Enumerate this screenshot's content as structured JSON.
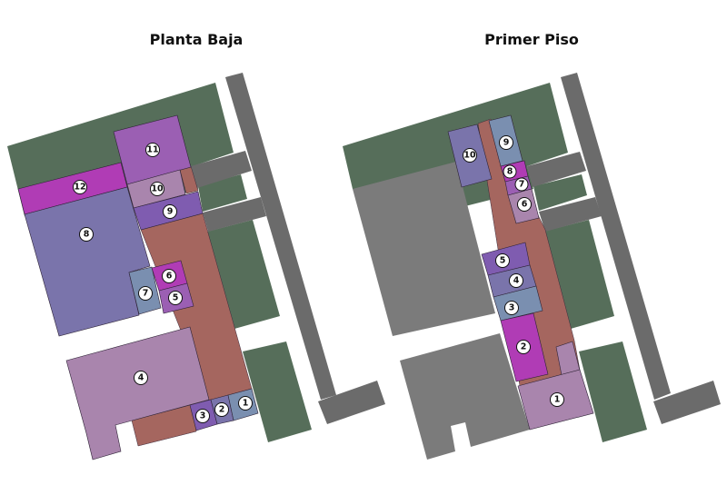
{
  "plans": [
    {
      "title": "Planta Baja",
      "rooms": [
        "1",
        "2",
        "3",
        "4",
        "5",
        "6",
        "7",
        "8",
        "9",
        "10",
        "11",
        "12"
      ]
    },
    {
      "title": "Primer Piso",
      "rooms": [
        "1",
        "2",
        "3",
        "4",
        "5",
        "6",
        "7",
        "8",
        "9",
        "10"
      ]
    }
  ]
}
